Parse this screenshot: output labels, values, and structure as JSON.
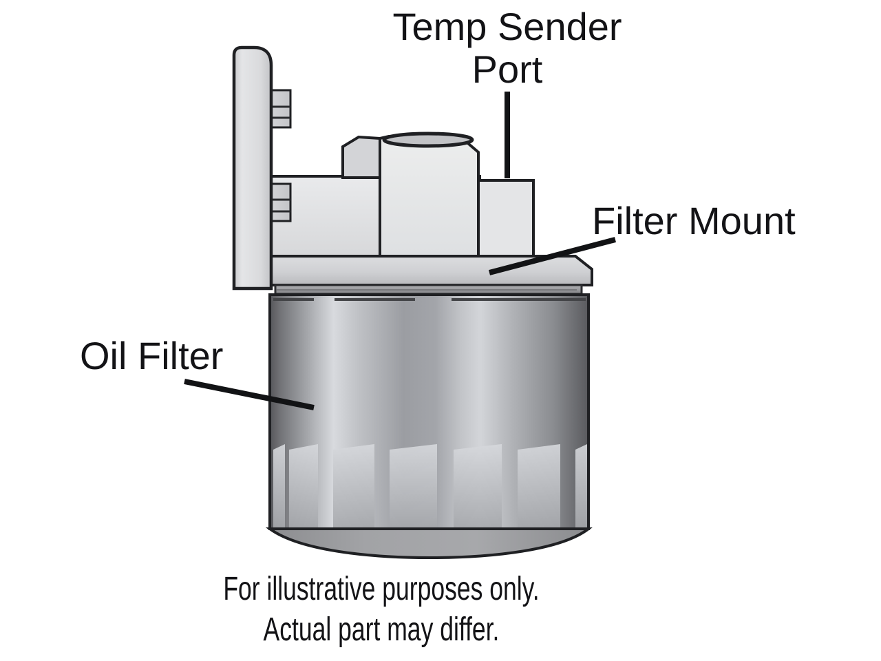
{
  "page": {
    "background_color": "#ffffff",
    "kind": "product-technical-illustration",
    "subject": "Remote oil filter mount assembly"
  },
  "labels": {
    "temp_sender": {
      "line1": "Temp Sender",
      "line2": "Port"
    },
    "filter_mount": {
      "text": "Filter Mount"
    },
    "oil_filter": {
      "text": "Oil Filter"
    },
    "disclaimer": {
      "line1": "For illustrative purposes only.",
      "line2": "Actual part may differ."
    }
  },
  "diagram": {
    "parts": [
      "mounting-bracket",
      "mounting-bolt-upper",
      "mounting-bolt-lower",
      "filter-mount-body",
      "hex-fitting",
      "hex-fitting-opening",
      "temp-sender-port-boss",
      "mount-flange",
      "gasket-ring",
      "oil-filter-canister",
      "canister-seam",
      "canister-flutes",
      "base-dome"
    ],
    "callout_targets": {
      "temp_sender": "temp-sender-port-boss",
      "filter_mount": "mount-flange",
      "oil_filter": "oil-filter-canister"
    },
    "colors": {
      "outline": "#1f2023",
      "leader_line": "#121315",
      "text": "#131316",
      "part_light_gray": "#e3e4e6",
      "part_mid_gray": "#a7a8ab",
      "part_dark_gray": "#595a5e",
      "background": "#ffffff"
    }
  }
}
